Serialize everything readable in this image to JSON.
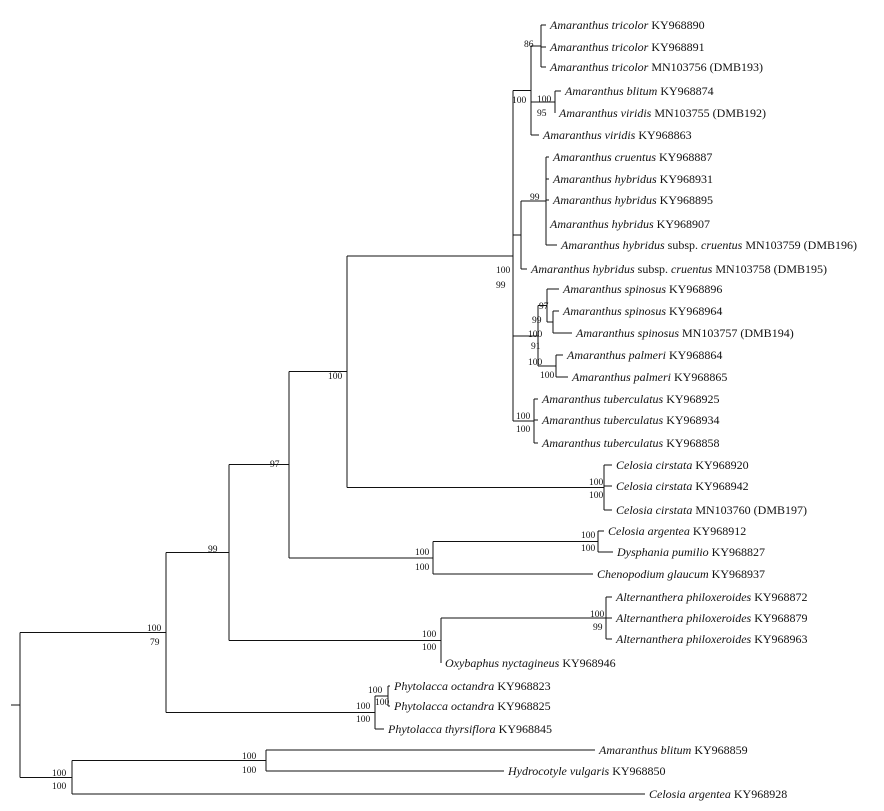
{
  "tree": {
    "taxa": [
      {
        "id": "t1",
        "species": "Amaranthus tricolor",
        "accession": "KY968890"
      },
      {
        "id": "t2",
        "species": "Amaranthus tricolor",
        "accession": "KY968891"
      },
      {
        "id": "t3",
        "species": "Amaranthus tricolor",
        "accession": "MN103756 (DMB193)"
      },
      {
        "id": "t4",
        "species": "Amaranthus blitum",
        "accession": "KY968874"
      },
      {
        "id": "t5",
        "species": "Amaranthus viridis",
        "accession": "MN103755 (DMB192)"
      },
      {
        "id": "t6",
        "species": "Amaranthus viridis",
        "accession": "KY968863"
      },
      {
        "id": "t7",
        "species": "Amaranthus cruentus",
        "accession": "KY968887"
      },
      {
        "id": "t8",
        "species": "Amaranthus hybridus",
        "accession": "KY968931"
      },
      {
        "id": "t9",
        "species": "Amaranthus hybridus",
        "accession": "KY968895"
      },
      {
        "id": "t10",
        "species": "Amaranthus hybridus",
        "accession": "KY968907"
      },
      {
        "id": "t11",
        "species": "Amaranthus hybridus",
        "subsp": "subsp.",
        "subname": "cruentus",
        "accession": "MN103759 (DMB196)"
      },
      {
        "id": "t12",
        "species": "Amaranthus hybridus",
        "subsp": "subsp.",
        "subname": "cruentus",
        "accession": "MN103758 (DMB195)"
      },
      {
        "id": "t13",
        "species": "Amaranthus spinosus",
        "accession": "KY968896"
      },
      {
        "id": "t14",
        "species": "Amaranthus spinosus",
        "accession": "KY968964"
      },
      {
        "id": "t15",
        "species": "Amaranthus spinosus",
        "accession": "MN103757 (DMB194)"
      },
      {
        "id": "t16",
        "species": "Amaranthus palmeri",
        "accession": "KY968864"
      },
      {
        "id": "t17",
        "species": "Amaranthus palmeri",
        "accession": "KY968865"
      },
      {
        "id": "t18",
        "species": "Amaranthus tuberculatus",
        "accession": "KY968925"
      },
      {
        "id": "t19",
        "species": "Amaranthus tuberculatus",
        "accession": "KY968934"
      },
      {
        "id": "t20",
        "species": "Amaranthus tuberculatus",
        "accession": "KY968858"
      },
      {
        "id": "t21",
        "species": "Celosia cirstata",
        "accession": "KY968920"
      },
      {
        "id": "t22",
        "species": "Celosia cirstata",
        "accession": "KY968942"
      },
      {
        "id": "t23",
        "species": "Celosia cirstata",
        "accession": "MN103760 (DMB197)"
      },
      {
        "id": "t24",
        "species": "Celosia argentea",
        "accession": "KY968912"
      },
      {
        "id": "t25",
        "species": "Dysphania pumilio",
        "accession": "KY968827"
      },
      {
        "id": "t26",
        "species": "Chenopodium glaucum",
        "accession": "KY968937"
      },
      {
        "id": "t27",
        "species": "Alternanthera philoxeroides",
        "accession": "KY968872"
      },
      {
        "id": "t28",
        "species": "Alternanthera philoxeroides",
        "accession": "KY968879"
      },
      {
        "id": "t29",
        "species": "Alternanthera philoxeroides",
        "accession": "KY968963"
      },
      {
        "id": "t30",
        "species": "Oxybaphus nyctagineus",
        "accession": "KY968946"
      },
      {
        "id": "t31",
        "species": "Phytolacca octandra",
        "accession": "KY968823"
      },
      {
        "id": "t32",
        "species": "Phytolacca octandra",
        "accession": "KY968825"
      },
      {
        "id": "t33",
        "species": "Phytolacca thyrsiflora",
        "accession": "KY968845"
      },
      {
        "id": "t34",
        "species": "Amaranthus blitum",
        "accession": "KY968859"
      },
      {
        "id": "t35",
        "species": "Hydrocotyle vulgaris",
        "accession": "KY968850"
      },
      {
        "id": "t36",
        "species": "Celosia argentea",
        "accession": "KY968928"
      }
    ],
    "support": {
      "n_tricolor": "86",
      "n_blitum_viridis": "100",
      "n_blitum_viridis_b": "95",
      "n_tricolor_viridis": "100",
      "n_hybridus": "99",
      "n_amaranthus_a": "100",
      "n_amaranthus_b": "99",
      "n_spinosus_inner": "97",
      "n_spinosus": "99",
      "n_spinosus_palmeri_a": "100",
      "n_spinosus_palmeri_b": "91",
      "n_palmeri_a": "100",
      "n_palmeri_b": "100",
      "n_tuberculatus_a": "100",
      "n_tuberculatus_b": "100",
      "n_amaranthus_celosia": "100",
      "n_celosia_a": "100",
      "n_celosia_b": "100",
      "n_chenopod_group": "97",
      "n_celosia_dysphania_a": "100",
      "n_celosia_dysphania_b": "100",
      "n_chenopod_a": "100",
      "n_chenopod_b": "100",
      "n_alternanthera_group": "99",
      "n_alternanthera_a": "100",
      "n_alternanthera_b": "99",
      "n_alt_oxy_a": "100",
      "n_alt_oxy_b": "100",
      "n_main_a": "100",
      "n_main_b": "79",
      "n_phyto_inner_a": "100",
      "n_phyto_inner_b": "100",
      "n_phyto_a": "100",
      "n_phyto_b": "100",
      "n_blitum_hydro_a": "100",
      "n_blitum_hydro_b": "100",
      "n_outgroup_a": "100",
      "n_outgroup_b": "100"
    }
  }
}
